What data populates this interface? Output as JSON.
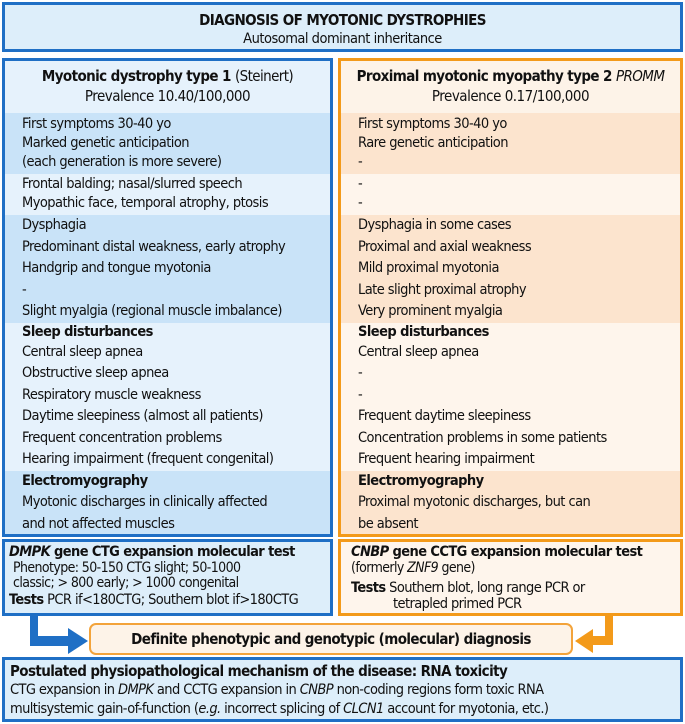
{
  "header": {
    "title": "DIAGNOSIS OF MYOTONIC DYSTROPHIES",
    "subtitle": "Autosomal dominant inheritance"
  },
  "colors": {
    "dm1_accent": "#1f6fc5",
    "dm2_accent": "#f39a1a",
    "dm1_light": "#e6f2fc",
    "dm1_mid": "#c9e3f8",
    "dm2_light": "#fef5ec",
    "dm2_mid": "#fce4ce"
  },
  "dm1": {
    "title_bold": "Myotonic dystrophy type 1",
    "title_paren": "(Steinert)",
    "prevalence": "Prevalence 10.40/100,000",
    "onset": [
      "First symptoms 30-40 yo",
      "Marked genetic anticipation",
      "(each generation is more severe)"
    ],
    "face": [
      "Frontal balding; nasal/slurred speech",
      "Myopathic face, temporal atrophy, ptosis"
    ],
    "muscle": [
      "Dysphagia",
      "Predominant distal weakness, early atrophy",
      "Handgrip and tongue myotonia",
      "-",
      "Slight myalgia (regional muscle imbalance)"
    ],
    "sleep_heading": "Sleep disturbances",
    "sleep": [
      "Central sleep apnea",
      "Obstructive sleep apnea",
      "Respiratory muscle weakness",
      "Daytime sleepiness (almost all patients)",
      "Frequent concentration problems",
      "Hearing impairment (frequent congenital)"
    ],
    "emg_heading": "Electromyography",
    "emg": [
      "Myotonic discharges in clinically affected",
      "and not affected muscles"
    ]
  },
  "dm2": {
    "title_bold": "Proximal myotonic myopathy type 2",
    "title_italic": "PROMM",
    "prevalence": "Prevalence 0.17/100,000",
    "onset": [
      "First symptoms 30-40 yo",
      "Rare genetic anticipation",
      "-"
    ],
    "face": [
      "-",
      "-"
    ],
    "muscle": [
      "Dysphagia in some cases",
      "Proximal and axial weakness",
      "Mild proximal myotonia",
      "Late slight proximal atrophy",
      "Very prominent myalgia"
    ],
    "sleep_heading": "Sleep disturbances",
    "sleep": [
      "Central sleep apnea",
      "-",
      "-",
      "Frequent daytime sleepiness",
      "Concentration problems in some patients",
      "Frequent hearing impairment"
    ],
    "emg_heading": "Electromyography",
    "emg": [
      "Proximal myotonic discharges, but can",
      "be absent"
    ]
  },
  "dm1_test": {
    "gene": "DMPK",
    "heading_rest": "gene CTG expansion molecular test",
    "phenotype_1": "Phenotype: 50-150 CTG slight; 50-1000",
    "phenotype_2": "classic; > 800 early; > 1000 congenital",
    "tests_label": "Tests",
    "tests_value": "PCR if<180CTG; Southern blot if>180CTG"
  },
  "dm2_test": {
    "gene": "CNBP",
    "heading_rest": "gene CCTG expansion molecular test",
    "formerly_pre": "(formerly",
    "formerly_gene": "ZNF9",
    "formerly_post": "gene)",
    "tests_label": "Tests",
    "tests_value_1": "Southern blot, long range PCR or",
    "tests_value_2": "tetrapled primed PCR"
  },
  "diagnosis": {
    "label": "Definite phenotypic and genotypic (molecular) diagnosis"
  },
  "mechanism": {
    "heading": "Postulated physiopathological mechanism of the disease: RNA toxicity",
    "l1_a": "CTG expansion in",
    "l1_gene1": "DMPK",
    "l1_b": "and CCTG expansion in",
    "l1_gene2": "CNBP",
    "l1_c": "non-coding regions form toxic RNA",
    "l2_a": "multisystemic gain-of-function (",
    "l2_eg": "e.g.",
    "l2_b": "incorrect splicing of",
    "l2_gene": "CLCN1",
    "l2_c": "account for myotonia, etc.)"
  }
}
